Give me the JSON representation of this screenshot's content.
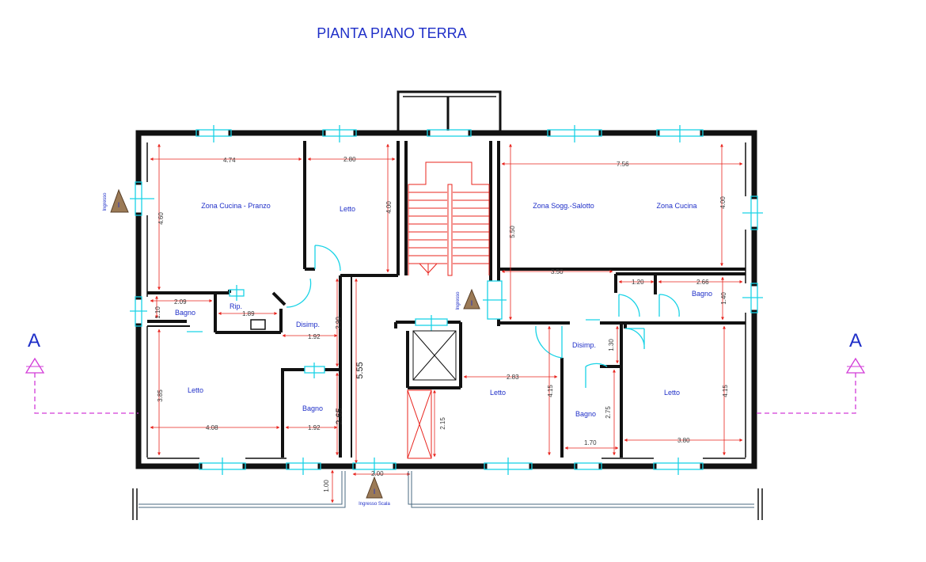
{
  "title": "PIANTA PIANO TERRA",
  "rooms": {
    "cucina_pranzo": "Zona Cucina - Pranzo",
    "letto_nw": "Letto",
    "sogg_salotto": "Zona Sogg.-Salotto",
    "zona_cucina": "Zona Cucina",
    "bagno_w": "Bagno",
    "rip": "Rip.",
    "disimp_w": "Disimp.",
    "bagno_ne": "Bagno",
    "disimp_e": "Disimp.",
    "letto_sw": "Letto",
    "bagno_s": "Bagno",
    "letto_sc": "Letto",
    "bagno_se": "Bagno",
    "letto_se": "Letto"
  },
  "dims": {
    "d474": "4.74",
    "d280": "2.80",
    "d756": "7.56",
    "d460": "4.60",
    "d400a": "4.00",
    "d550": "5.50",
    "d400b": "4.00",
    "d350": "3.50",
    "d120": "1.20",
    "d266": "2.66",
    "d140": "1.40",
    "d209": "2.09",
    "d110": "1.10",
    "d189": "1.89",
    "d192a": "1.92",
    "d290": "2.90",
    "d555": "5.55",
    "d385": "3.85",
    "d408": "4.08",
    "d192b": "1.92",
    "d265": "2.65",
    "d283": "2.83",
    "d215": "2.15",
    "d415a": "4.15",
    "d130": "1.30",
    "d275": "2.75",
    "d170": "1.70",
    "d415b": "4.15",
    "d380": "3.80",
    "d200": "2.00",
    "d100": "1.00"
  },
  "labels": {
    "ingresso": "Ingresso",
    "ingresso_scala": "Ingresso Scala",
    "section_left": "A",
    "section_right": "A",
    "entry_mark": "I"
  },
  "colors": {
    "wall": "#111111",
    "window": "#19d3e6",
    "dimension": "#e8241e",
    "text": "#1f2fc8",
    "section_line": "#d23cd8"
  }
}
